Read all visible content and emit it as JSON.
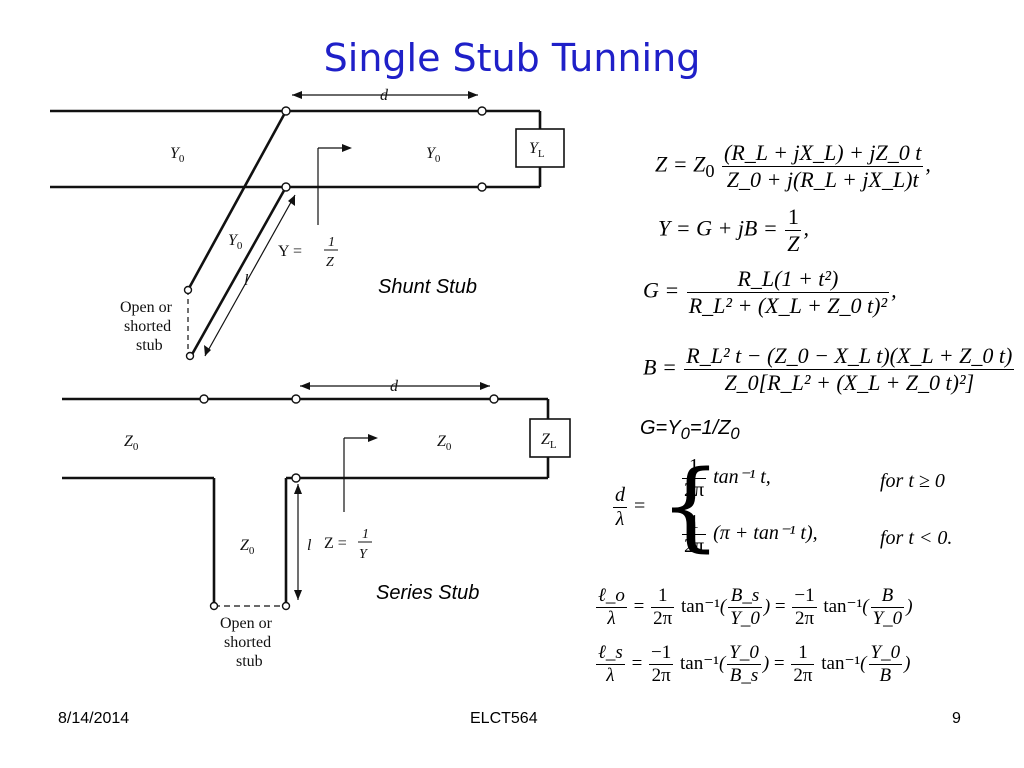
{
  "slide": {
    "title": "Single Stub Tunning",
    "footer_date": "8/14/2014",
    "footer_course": "ELCT564",
    "page_number": "9",
    "title_color": "#1f20c8"
  },
  "shunt_diagram": {
    "caption": "Shunt  Stub",
    "line_label_left": "Y",
    "line_label_left_sub": "0",
    "line_label_right": "Y",
    "line_label_right_sub": "0",
    "load_label": "Y",
    "load_label_sub": "L",
    "stub_label": "Y",
    "stub_label_sub": "0",
    "distance_label": "d",
    "length_label": "l",
    "admittance_label": "Y =",
    "admittance_num": "1",
    "admittance_den": "Z",
    "stub_note_line1": "Open or",
    "stub_note_line2": "shorted",
    "stub_note_line3": "stub"
  },
  "series_diagram": {
    "caption": "Series  Stub",
    "line_label_left": "Z",
    "line_label_left_sub": "0",
    "line_label_right": "Z",
    "line_label_right_sub": "0",
    "load_label": "Z",
    "load_label_sub": "L",
    "stub_label": "Z",
    "stub_label_sub": "0",
    "distance_label": "d",
    "length_label": "l",
    "impedance_label": "Z =",
    "impedance_num": "1",
    "impedance_den": "Y",
    "stub_note_line1": "Open or",
    "stub_note_line2": "shorted",
    "stub_note_line3": "stub"
  },
  "equations": {
    "z_lhs": "Z = Z",
    "z_lhs_sub": "0",
    "z_num": "(R_L + jX_L) + jZ_0 t",
    "z_den": "Z_0 + j(R_L + jX_L)t",
    "y_eq": "Y = G + jB =",
    "y_num": "1",
    "y_den": "Z",
    "g_lhs": "G =",
    "g_num": "R_L(1 + t²)",
    "g_den": "R_L² + (X_L + Z_0 t)²",
    "b_lhs": "B =",
    "b_num": "R_L² t − (Z_0 − X_L t)(X_L + Z_0 t)",
    "b_den": "Z_0[R_L² + (X_L + Z_0 t)²]",
    "condition": "G=Y",
    "condition_sub": "0",
    "condition_rest": "=1/Z",
    "condition_sub2": "0",
    "d_lhs_num": "d",
    "d_lhs_den": "λ",
    "case1_num": "1",
    "case1_den": "2π",
    "case1_expr": "tan⁻¹ t,",
    "case1_cond": "for t ≥ 0",
    "case2_num": "1",
    "case2_den": "2π",
    "case2_expr": "(π + tan⁻¹ t),",
    "case2_cond": "for t < 0.",
    "lo_lhs_num": "ℓ_o",
    "lo_lhs_den": "λ",
    "lo_expr1_num": "1",
    "lo_expr1_den": "2π",
    "lo_arg1_num": "B_s",
    "lo_arg1_den": "Y_0",
    "lo_expr2_num": "−1",
    "lo_expr2_den": "2π",
    "lo_arg2_num": "B",
    "lo_arg2_den": "Y_0",
    "ls_lhs_num": "ℓ_s",
    "ls_lhs_den": "λ",
    "ls_expr1_num": "−1",
    "ls_expr1_den": "2π",
    "ls_arg1_num": "Y_0",
    "ls_arg1_den": "B_s",
    "ls_expr2_num": "1",
    "ls_expr2_den": "2π",
    "ls_arg2_num": "Y_0",
    "ls_arg2_den": "B",
    "atan": "tan⁻¹",
    "equals": "="
  }
}
